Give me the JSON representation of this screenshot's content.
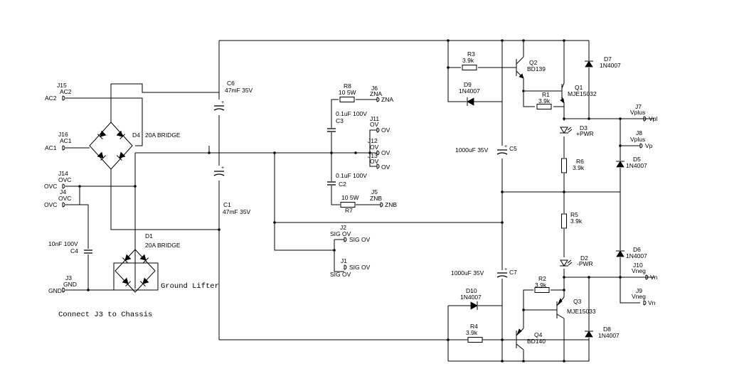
{
  "notes": {
    "ground_lifter": "Ground Lifter",
    "connect": "Connect J3 to Chassis"
  },
  "connectors": {
    "j15": {
      "ref": "J15",
      "name": "AC2",
      "net": "AC2"
    },
    "j16": {
      "ref": "J16",
      "name": "AC1",
      "net": "AC1"
    },
    "j14": {
      "ref": "J14",
      "name": "OVC",
      "net": "OVC"
    },
    "j4": {
      "ref": "J4",
      "name": "OVC",
      "net": "OVC"
    },
    "j3": {
      "ref": "J3",
      "name": "GND",
      "net": "GND"
    },
    "j6": {
      "ref": "J6",
      "name": "ZNA",
      "net": "ZNA"
    },
    "j11": {
      "ref": "J11",
      "name": "OV",
      "net": "OV"
    },
    "j12": {
      "ref": "J12",
      "name": "OV",
      "net": "OV"
    },
    "j13": {
      "ref": "J13",
      "name": "OV",
      "net": "OV"
    },
    "j5": {
      "ref": "J5",
      "name": "ZNB",
      "net": "ZNB"
    },
    "j2": {
      "ref": "J2",
      "name": "SIG OV",
      "net": "SIG OV"
    },
    "j1": {
      "ref": "J1",
      "name": "SIG OV",
      "net": "SIG OV"
    },
    "j7": {
      "ref": "J7",
      "name": "Vplus",
      "net": "Vpl"
    },
    "j8": {
      "ref": "J8",
      "name": "Vplus",
      "net": "Vp"
    },
    "j10": {
      "ref": "J10",
      "name": "Vneg",
      "net": "Vn"
    },
    "j9": {
      "ref": "J9",
      "name": "Vneg",
      "net": "Vn"
    }
  },
  "components": {
    "d4": {
      "ref": "D4",
      "value": "20A BRIDGE"
    },
    "d1": {
      "ref": "D1",
      "value": "20A BRIDGE"
    },
    "c6": {
      "ref": "C6",
      "value": "47mF 35V"
    },
    "c1": {
      "ref": "C1",
      "value": "47mF 35V"
    },
    "c4": {
      "ref": "C4",
      "value": "10nF 100V"
    },
    "r8": {
      "ref": "R8",
      "value": "10 5W"
    },
    "c3": {
      "ref": "C3",
      "value": "0.1uF 100V"
    },
    "c2": {
      "ref": "C2",
      "value": "0.1uF 100V"
    },
    "r7": {
      "ref": "R7",
      "value": "10 5W"
    },
    "r3": {
      "ref": "R3",
      "value": "3.9k"
    },
    "q2": {
      "ref": "Q2",
      "value": "BD139"
    },
    "d9": {
      "ref": "D9",
      "value": "1N4007"
    },
    "r1": {
      "ref": "R1",
      "value": "3.9k"
    },
    "q1": {
      "ref": "Q1",
      "value": "MJE15032"
    },
    "d7": {
      "ref": "D7",
      "value": "1N4007"
    },
    "c5": {
      "ref": "C5",
      "value": "1000uF 35V"
    },
    "d3": {
      "ref": "D3",
      "value": "+PWR"
    },
    "r6": {
      "ref": "R6",
      "value": "3.9k"
    },
    "d5": {
      "ref": "D5",
      "value": "1N4007"
    },
    "r5": {
      "ref": "R5",
      "value": "3.9k"
    },
    "d2": {
      "ref": "D2",
      "value": "-PWR"
    },
    "d6": {
      "ref": "D6",
      "value": "1N4007"
    },
    "c7": {
      "ref": "C7",
      "value": "1000uF 35V"
    },
    "r2": {
      "ref": "R2",
      "value": "3.9k"
    },
    "d10": {
      "ref": "D10",
      "value": "1N4007"
    },
    "q3": {
      "ref": "Q3",
      "value": "MJE15033"
    },
    "r4": {
      "ref": "R4",
      "value": "3.9k"
    },
    "q4": {
      "ref": "Q4",
      "value": "BD140"
    },
    "d8": {
      "ref": "D8",
      "value": "1N4007"
    }
  }
}
